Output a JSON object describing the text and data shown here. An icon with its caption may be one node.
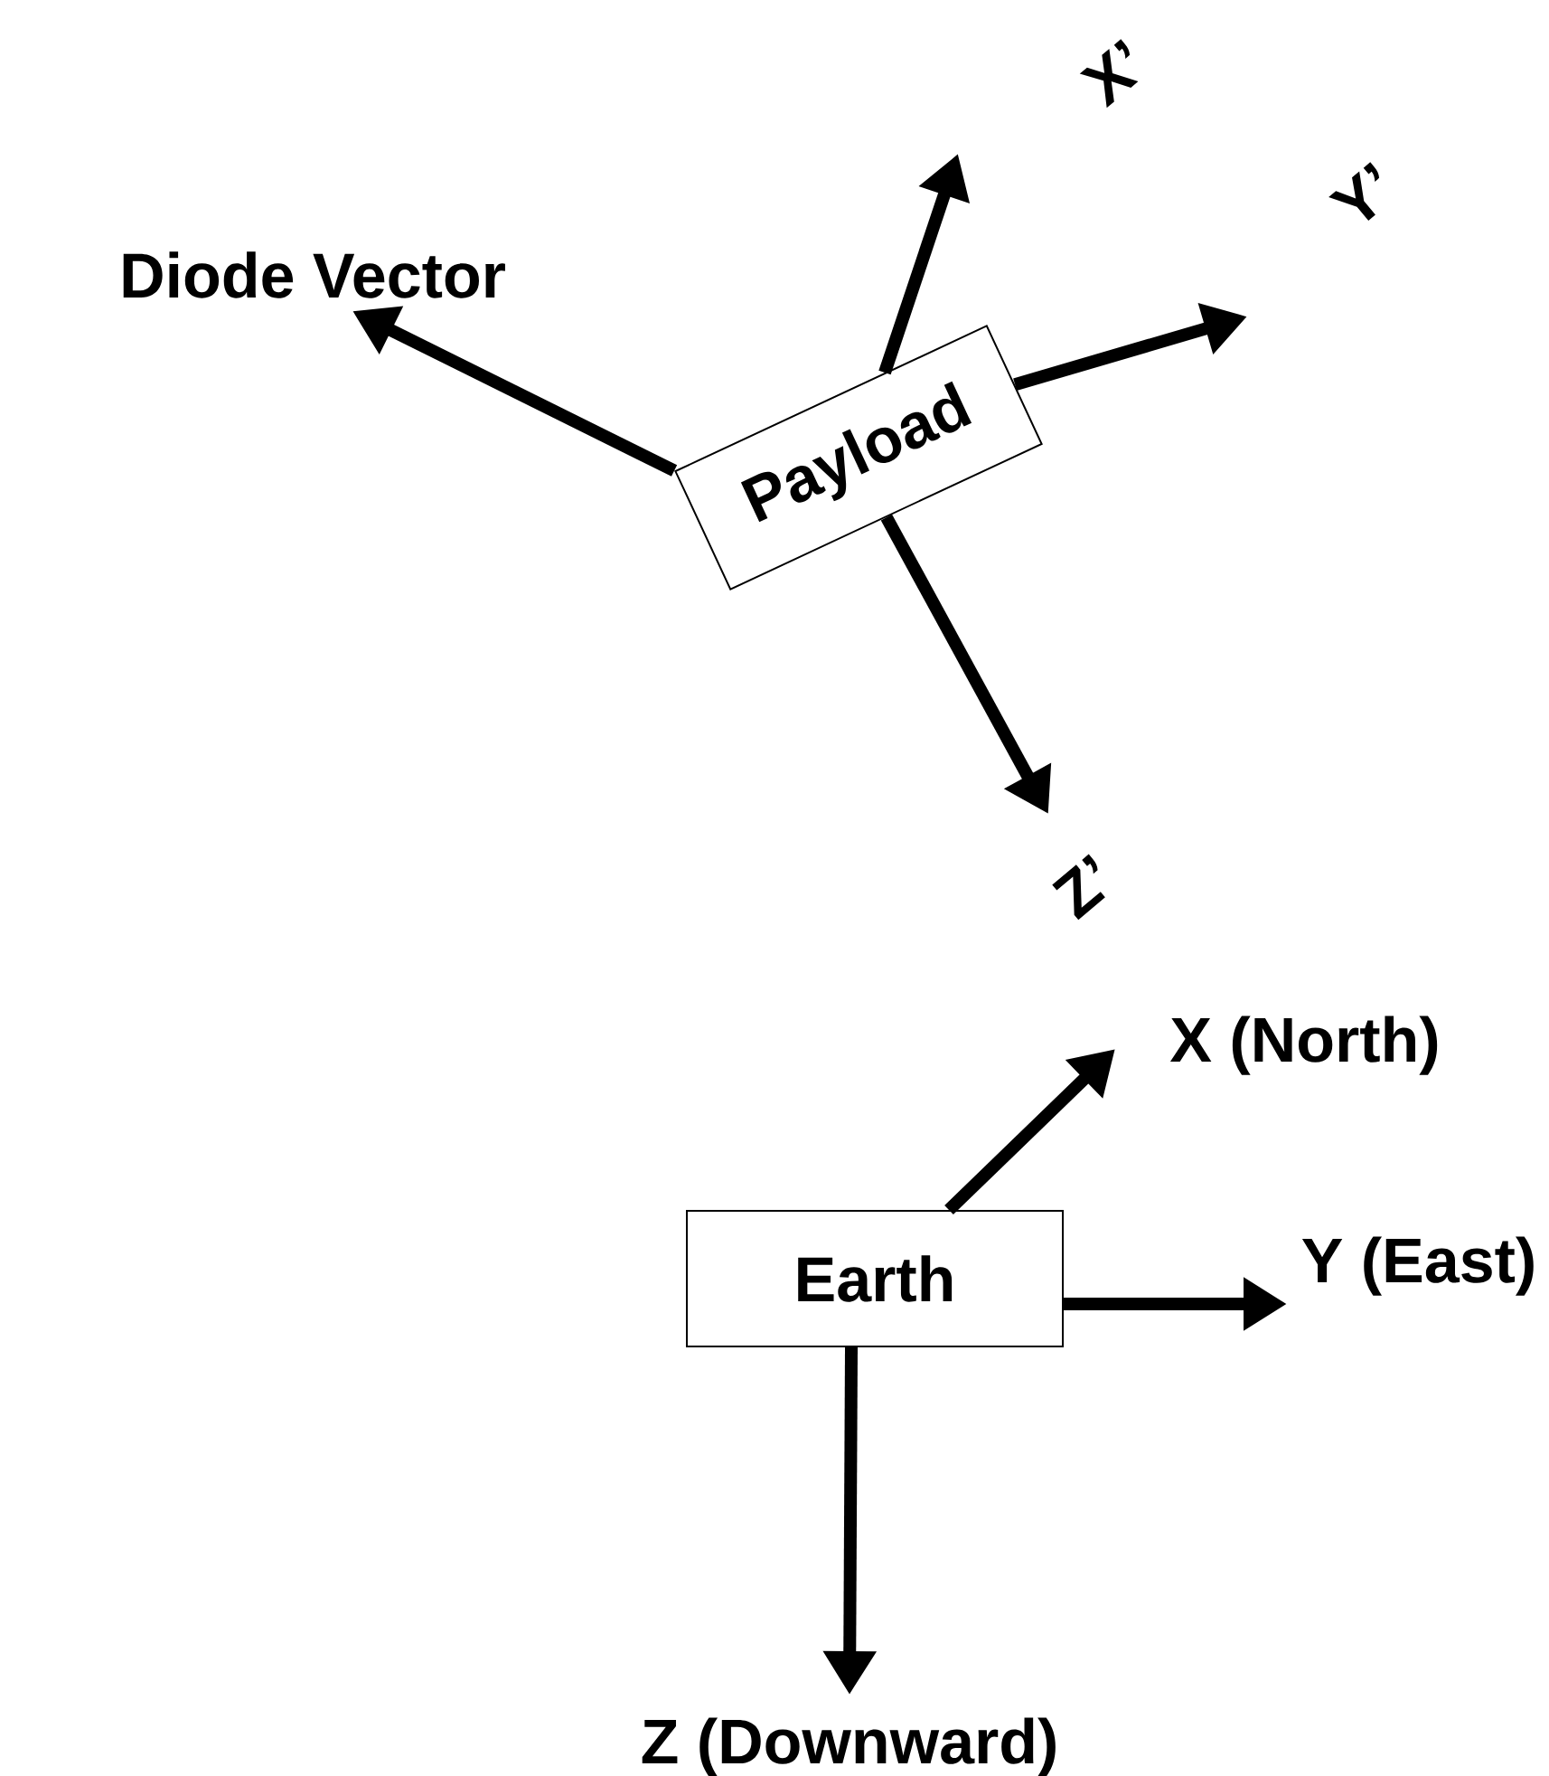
{
  "diagram": {
    "nodes": [
      {
        "text": [
          "Payload"
        ]
      },
      {
        "text": [
          "Diode Vector"
        ]
      },
      {
        "text": [
          "Z’"
        ]
      },
      {
        "text": [
          "Earth"
        ]
      },
      {
        "text": [
          "X (North)"
        ]
      },
      {
        "text": [
          "Y (East)"
        ]
      },
      {
        "text": [
          "Z (Downward)"
        ]
      }
    ],
    "edges": [
      {
        "from": 0,
        "to": 1,
        "arrow": "to"
      },
      {
        "from": 0,
        "to": null,
        "arrow": "to"
      },
      {
        "from": 0,
        "to": null,
        "arrow": "to"
      },
      {
        "from": 0,
        "to": 2,
        "arrow": "to"
      },
      {
        "from": 3,
        "to": 4,
        "arrow": "to"
      },
      {
        "from": 3,
        "to": 5,
        "arrow": "to"
      },
      {
        "from": 3,
        "to": 6,
        "arrow": "to"
      }
    ],
    "labels": [
      "X’",
      "Y’"
    ]
  }
}
